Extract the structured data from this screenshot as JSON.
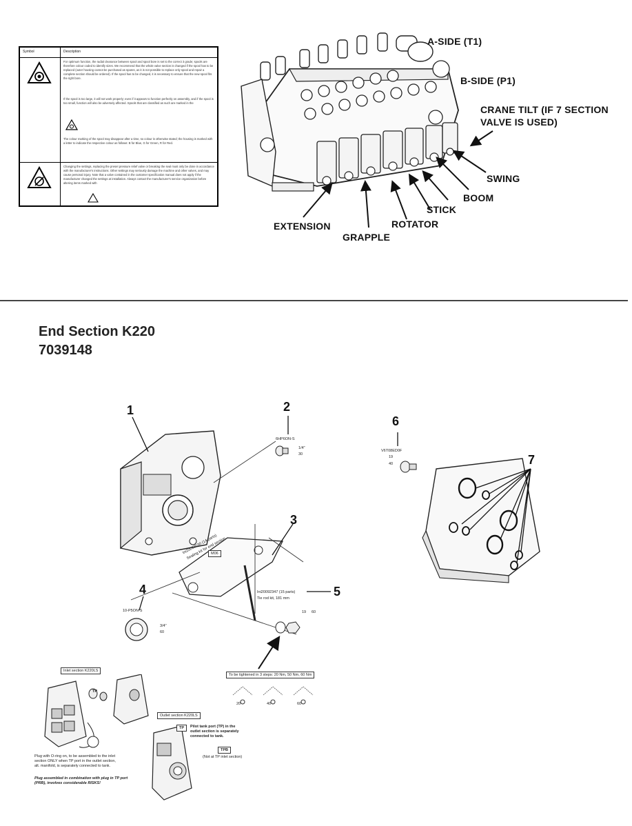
{
  "symbol_table": {
    "col_symbol": "Symbol",
    "col_description": "Description",
    "row1_text_a": "For optimum function, the radial clearance between spool and spool bore is set to the correct 3 grade; spools are therefore colour coded to identify sizes. We recommend that the whole valve section is changed if the spool has to be replaced (outer housing cannot be purchased as spares, as it is not possible to replace only spool and repair a complete section should be ordered). If the spool has to be changed, it is necessary to ensure that the new spool fits the right bore.",
    "row1_text_b": "If the spool is too large, it will not work properly; even if it appears to function perfectly on assembly, and if the spool is too small, function will also be adversely affected. Spools that are classified as such are marked in the",
    "row1_text_c": "The colour marking of the spool may disappear after a time, so colour is otherwise stated; the housing is marked with a letter to indicate the respective colour as follows: B for Blue, G for Green, R for Red.",
    "row2_text": "Changing the settings, replacing the preset pressure relief valve or breaking the seal must only be done in accordance with the manufacturer's instructions. Other settings may seriously damage the machine and other valves, and may cause personal injury. Note that a valve contained in the customer specification manual does not apply if the manufacturer changed the settings at installation. Always contact the manufacturer's service organization before altering items marked with"
  },
  "valve_labels": {
    "a_side": "A-SIDE (T1)",
    "b_side": "B-SIDE (P1)",
    "crane_tilt": "CRANE TILT (IF 7 SECTION VALVE IS USED)",
    "swing": "SWING",
    "boom": "BOOM",
    "stick": "STICK",
    "rotator": "ROTATOR",
    "extension": "EXTENSION",
    "grapple": "GRAPPLE"
  },
  "section": {
    "title": "End Section K220",
    "part_number": "7039148"
  },
  "callouts": {
    "n1": "1",
    "n2": "2",
    "n3": "3",
    "n4": "4",
    "n5": "5",
    "n6": "6",
    "n7": "7"
  },
  "small_labels": {
    "item2_part": "6HP6ON-S",
    "item2_a": "1/4\"",
    "item2_b": "30",
    "item3_kit": "Ini20092530 (14 parts)",
    "item3_note": "Sealing kit for end section",
    "item3_box": "M06",
    "item4_part": "10-P5ON-S",
    "item4_a": "3/4\"",
    "item4_b": "60",
    "item5_kit": "Ini20092347 (15 parts)",
    "item5_note": "Tie rod kit, 181 mm",
    "item5_a": "19",
    "item5_b": "60",
    "item6_part": "V6T08ED0F",
    "item6_a": "19",
    "item6_b": "40",
    "torque_header": "To be tightened in 3 steps: 20 Nm, 50 Nm, 60 Nm",
    "torque_1": "20",
    "torque_2": "40",
    "torque_3": "60",
    "inlet_section": "Inlet section K220LS",
    "outlet_section": "Outlet section K220LS",
    "tp": "TP",
    "tpb": "TPB",
    "tp_note": "Pilot tank port (TP) in the outlet section is separately connected to tank.",
    "tpb_note": "(Not at TP inlet section)",
    "plug_note": "Plug with O-ring on, to be assembled to the inlet section ONLY when TP port in the outlet section, alt. manifold, is separately connected to tank.",
    "plug_warning": "Plug assembled in combination with plug in TP port (PRB), involves considerable RISKS!"
  },
  "colors": {
    "ink": "#111111",
    "line": "#333333",
    "shade": "#cfcfcf",
    "paper": "#ffffff"
  }
}
